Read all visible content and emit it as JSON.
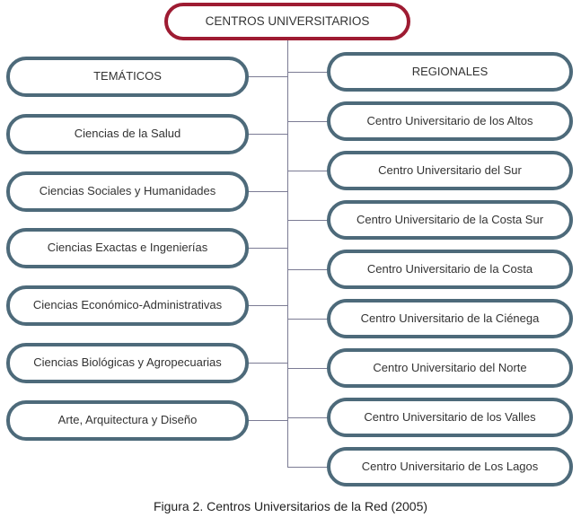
{
  "diagram": {
    "root": {
      "label": "CENTROS UNIVERSITARIOS"
    },
    "left_branch": {
      "header": "TEMÁTICOS",
      "items": [
        "Ciencias de la Salud",
        "Ciencias Sociales y Humanidades",
        "Ciencias Exactas e Ingenierías",
        "Ciencias Económico-Administrativas",
        "Ciencias Biológicas y Agropecuarias",
        "Arte, Arquitectura y Diseño"
      ]
    },
    "right_branch": {
      "header": "REGIONALES",
      "items": [
        "Centro Universitario de los Altos",
        "Centro Universitario del Sur",
        "Centro Universitario de la Costa Sur",
        "Centro Universitario de la Costa",
        "Centro Universitario de la Ciénega",
        "Centro Universitario del Norte",
        "Centro Universitario de los Valles",
        "Centro Universitario de Los Lagos"
      ]
    },
    "colors": {
      "root_border": "#9e1b32",
      "node_border": "#4d6a7a",
      "connector": "#7b7b94",
      "text": "#333333"
    }
  },
  "caption": "Figura 2. Centros Universitarios de la Red (2005)"
}
